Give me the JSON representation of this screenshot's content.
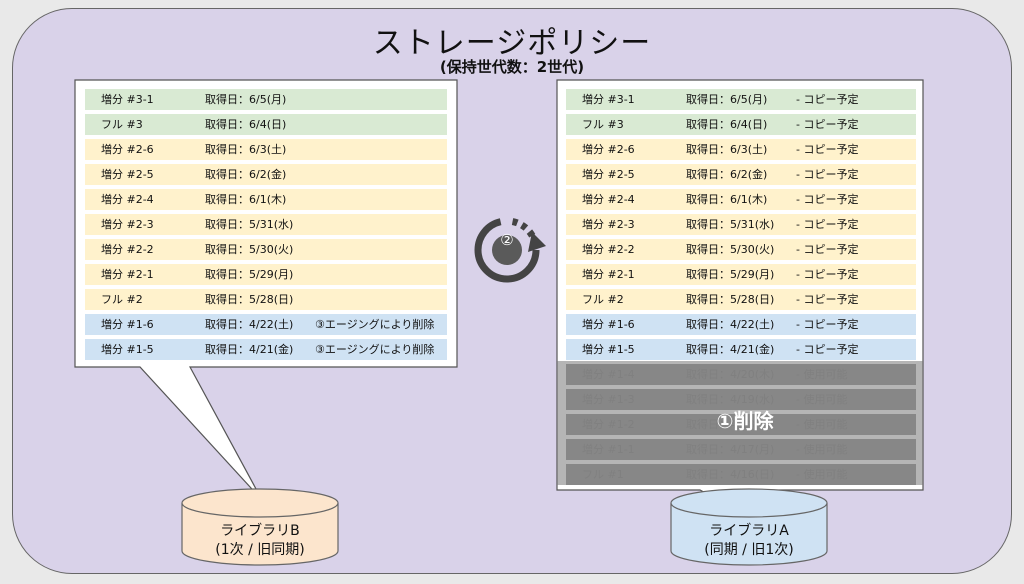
{
  "title": "ストレージポリシー",
  "subtitle": "(保持世代数：2世代)",
  "library_b": {
    "name": "ライブラリB",
    "role": "(1次 / 旧同期)",
    "rows": [
      {
        "gen": "増分 #3-1",
        "date": "取得日：6/5(月)",
        "note": "",
        "color": "green"
      },
      {
        "gen": "フル #3",
        "date": "取得日：6/4(日)",
        "note": "",
        "color": "green"
      },
      {
        "gen": "増分 #2-6",
        "date": "取得日：6/3(土)",
        "note": "",
        "color": "yellow"
      },
      {
        "gen": "増分 #2-5",
        "date": "取得日：6/2(金)",
        "note": "",
        "color": "yellow"
      },
      {
        "gen": "増分 #2-4",
        "date": "取得日：6/1(木)",
        "note": "",
        "color": "yellow"
      },
      {
        "gen": "増分 #2-3",
        "date": "取得日：5/31(水)",
        "note": "",
        "color": "yellow"
      },
      {
        "gen": "増分 #2-2",
        "date": "取得日：5/30(火)",
        "note": "",
        "color": "yellow"
      },
      {
        "gen": "増分 #2-1",
        "date": "取得日：5/29(月)",
        "note": "",
        "color": "yellow"
      },
      {
        "gen": "フル #2",
        "date": "取得日：5/28(日)",
        "note": "",
        "color": "yellow"
      },
      {
        "gen": "増分 #1-6",
        "date": "取得日：4/22(土)",
        "note": "③エージングにより削除",
        "color": "blue"
      },
      {
        "gen": "増分 #1-5",
        "date": "取得日：4/21(金)",
        "note": "③エージングにより削除",
        "color": "blue"
      }
    ]
  },
  "library_a": {
    "name": "ライブラリA",
    "role": "(同期 / 旧1次)",
    "rows": [
      {
        "gen": "増分 #3-1",
        "date": "取得日：6/5(月)",
        "note": "- コピー予定",
        "color": "green"
      },
      {
        "gen": "フル #3",
        "date": "取得日：6/4(日)",
        "note": "- コピー予定",
        "color": "green"
      },
      {
        "gen": "増分 #2-6",
        "date": "取得日：6/3(土)",
        "note": "- コピー予定",
        "color": "yellow"
      },
      {
        "gen": "増分 #2-5",
        "date": "取得日：6/2(金)",
        "note": "- コピー予定",
        "color": "yellow"
      },
      {
        "gen": "増分 #2-4",
        "date": "取得日：6/1(木)",
        "note": "- コピー予定",
        "color": "yellow"
      },
      {
        "gen": "増分 #2-3",
        "date": "取得日：5/31(水)",
        "note": "- コピー予定",
        "color": "yellow"
      },
      {
        "gen": "増分 #2-2",
        "date": "取得日：5/30(火)",
        "note": "- コピー予定",
        "color": "yellow"
      },
      {
        "gen": "増分 #2-1",
        "date": "取得日：5/29(月)",
        "note": "- コピー予定",
        "color": "yellow"
      },
      {
        "gen": "フル #2",
        "date": "取得日：5/28(日)",
        "note": "- コピー予定",
        "color": "yellow"
      },
      {
        "gen": "増分 #1-6",
        "date": "取得日：4/22(土)",
        "note": "- コピー予定",
        "color": "blue"
      },
      {
        "gen": "増分 #1-5",
        "date": "取得日：4/21(金)",
        "note": "- コピー予定",
        "color": "blue"
      },
      {
        "gen": "増分 #1-4",
        "date": "取得日：4/20(木)",
        "note": "- 使用可能",
        "color": "gray"
      },
      {
        "gen": "増分 #1-3",
        "date": "取得日：4/19(水)",
        "note": "- 使用可能",
        "color": "gray"
      },
      {
        "gen": "増分 #1-2",
        "date": "取得日：4/18(火)",
        "note": "- 使用可能",
        "color": "gray"
      },
      {
        "gen": "増分 #1-1",
        "date": "取得日：4/17(月)",
        "note": "- 使用可能",
        "color": "gray"
      },
      {
        "gen": "フル #1",
        "date": "取得日：4/16(日)",
        "note": "- 使用可能",
        "color": "gray"
      }
    ],
    "delete_label": "①削除"
  },
  "cycle_label": "②",
  "colors": {
    "frame": "#d9d2e9",
    "green": "#d9ead3",
    "yellow": "#fff2cc",
    "blue": "#cfe2f3",
    "gray": "#999999",
    "db_b": "#fce5cd",
    "db_a": "#cfe2f3"
  }
}
